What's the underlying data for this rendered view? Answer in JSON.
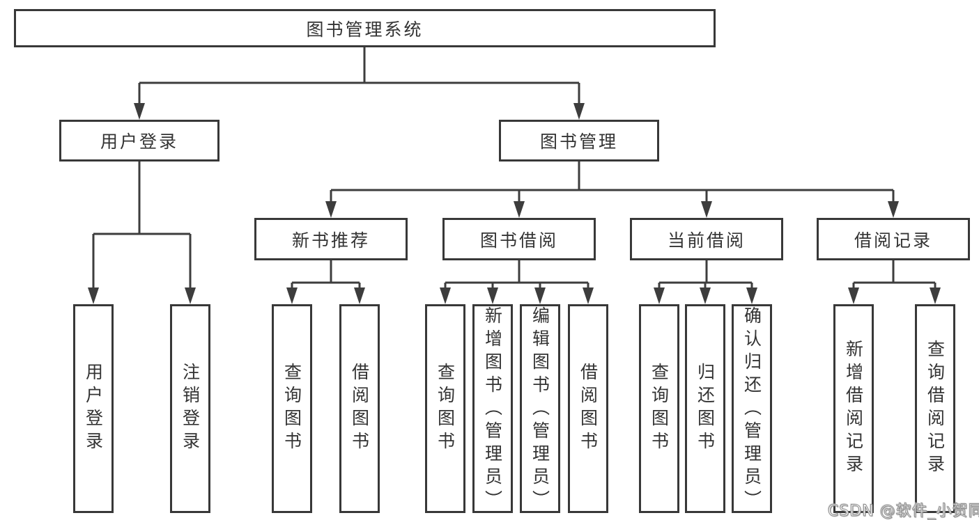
{
  "diagram": {
    "root": {
      "label": "图书管理系统"
    },
    "branches": [
      {
        "label": "用户登录",
        "children": [
          {
            "label": "用户登录"
          },
          {
            "label": "注销登录"
          }
        ]
      },
      {
        "label": "图书管理",
        "children": [
          {
            "label": "新书推荐",
            "children": [
              {
                "label": "查询图书"
              },
              {
                "label": "借阅图书"
              }
            ]
          },
          {
            "label": "图书借阅",
            "children": [
              {
                "label": "查询图书"
              },
              {
                "label": "新增图书（管理员）"
              },
              {
                "label": "编辑图书（管理员）"
              },
              {
                "label": "借阅图书"
              }
            ]
          },
          {
            "label": "当前借阅",
            "children": [
              {
                "label": "查询图书"
              },
              {
                "label": "归还图书"
              },
              {
                "label": "确认归还（管理员）"
              }
            ]
          },
          {
            "label": "借阅记录",
            "children": [
              {
                "label": "新增借阅记录"
              },
              {
                "label": "查询借阅记录"
              }
            ]
          }
        ]
      }
    ]
  },
  "watermark": {
    "text": "CSDN @软件_小贺同学"
  },
  "colors": {
    "line": "#3d3d3d",
    "border": "#383838",
    "text": "#333333",
    "background": "#ffffff",
    "watermark_fill": "#ffffff",
    "watermark_outline": "#8f8f8f"
  }
}
